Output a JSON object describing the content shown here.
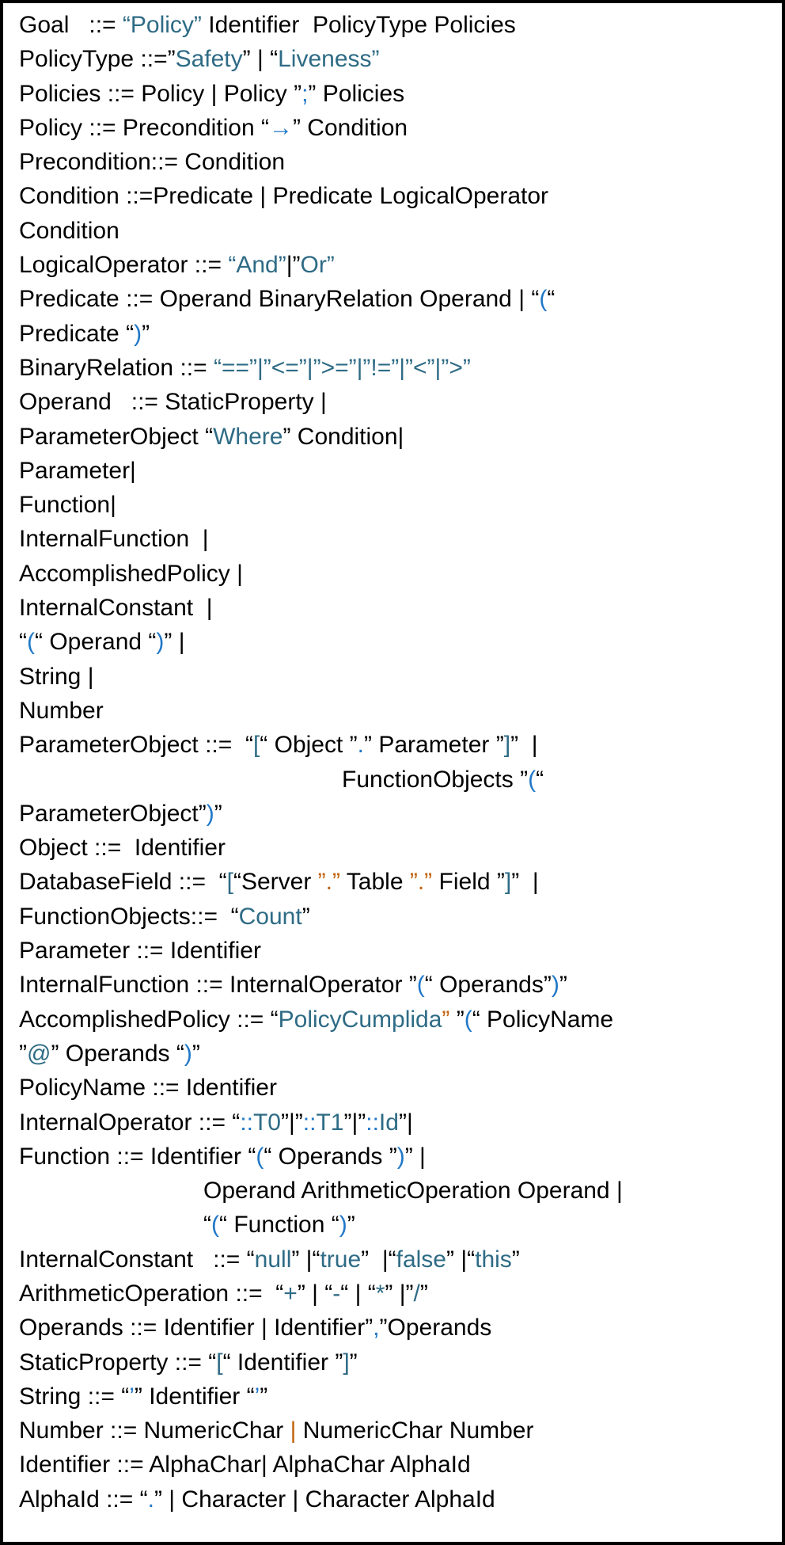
{
  "figure": {
    "type": "bnf-grammar-listing",
    "title": "Policy language grammar",
    "colors": {
      "text": "#000000",
      "terminal_word": "#2e6b85",
      "terminal_punctuation": "#2078c8",
      "highlight_orange": "#c2610c",
      "border": "#000000",
      "background": "#ffffff"
    },
    "color_legend": {
      "k": "text",
      "t": "terminal_word",
      "b": "terminal_punctuation",
      "o": "highlight_orange",
      "a": "arrow_blue_bold"
    },
    "lines": [
      {
        "i": 0,
        "s": [
          [
            "k",
            "Goal   ::= "
          ],
          [
            "t",
            "“Policy”"
          ],
          [
            "k",
            " Identifier  PolicyType Policies"
          ]
        ]
      },
      {
        "i": 0,
        "s": [
          [
            "k",
            "PolicyType ::=”"
          ],
          [
            "t",
            "Safety"
          ],
          [
            "k",
            "” | “"
          ],
          [
            "t",
            "Liveness”"
          ]
        ]
      },
      {
        "i": 0,
        "s": [
          [
            "k",
            "Policies ::= Policy | Policy ”"
          ],
          [
            "b",
            ";"
          ],
          [
            "k",
            "” Policies"
          ]
        ]
      },
      {
        "i": 0,
        "s": [
          [
            "k",
            "Policy ::= Precondition “"
          ],
          [
            "a",
            "→"
          ],
          [
            "k",
            "” Condition"
          ]
        ]
      },
      {
        "i": 0,
        "s": [
          [
            "k",
            "Precondition::= Condition"
          ]
        ]
      },
      {
        "i": 0,
        "s": [
          [
            "k",
            "Condition ::=Predicate | Predicate LogicalOperator"
          ]
        ]
      },
      {
        "i": 0,
        "s": [
          [
            "k",
            "Condition"
          ]
        ]
      },
      {
        "i": 0,
        "s": [
          [
            "k",
            "LogicalOperator ::= "
          ],
          [
            "t",
            "“And”"
          ],
          [
            "k",
            "|”"
          ],
          [
            "t",
            "Or”"
          ]
        ]
      },
      {
        "i": 0,
        "s": [
          [
            "k",
            "Predicate ::= Operand BinaryRelation Operand | “"
          ],
          [
            "b",
            "("
          ],
          [
            "k",
            "“"
          ]
        ]
      },
      {
        "i": 0,
        "s": [
          [
            "k",
            "Predicate “"
          ],
          [
            "b",
            ")"
          ],
          [
            "k",
            "”"
          ]
        ]
      },
      {
        "i": 0,
        "s": [
          [
            "k",
            "BinaryRelation ::= "
          ],
          [
            "t",
            "“==”|”<=”|”>=”|”!=”|”<”|”>”"
          ]
        ]
      },
      {
        "i": 0,
        "s": [
          [
            "k",
            "Operand   ::= StaticProperty |"
          ]
        ]
      },
      {
        "i": 0,
        "s": [
          [
            "k",
            "ParameterObject “"
          ],
          [
            "t",
            "Where"
          ],
          [
            "k",
            "” Condition|"
          ]
        ]
      },
      {
        "i": 0,
        "s": [
          [
            "k",
            "Parameter|"
          ]
        ]
      },
      {
        "i": 0,
        "s": [
          [
            "k",
            "Function|"
          ]
        ]
      },
      {
        "i": 0,
        "s": [
          [
            "k",
            "InternalFunction  |"
          ]
        ]
      },
      {
        "i": 0,
        "s": [
          [
            "k",
            "AccomplishedPolicy |"
          ]
        ]
      },
      {
        "i": 0,
        "s": [
          [
            "k",
            "InternalConstant  |"
          ]
        ]
      },
      {
        "i": 0,
        "s": [
          [
            "k",
            "“"
          ],
          [
            "b",
            "("
          ],
          [
            "k",
            "“ Operand “"
          ],
          [
            "b",
            ")"
          ],
          [
            "k",
            "” |"
          ]
        ]
      },
      {
        "i": 0,
        "s": [
          [
            "k",
            "String |"
          ]
        ]
      },
      {
        "i": 0,
        "s": [
          [
            "k",
            "Number"
          ]
        ]
      },
      {
        "i": 0,
        "s": [
          [
            "k",
            "ParameterObject ::=  “"
          ],
          [
            "t",
            "["
          ],
          [
            "k",
            "“ Object ”"
          ],
          [
            "b",
            "."
          ],
          [
            "k",
            "” Parameter ”"
          ],
          [
            "t",
            "]"
          ],
          [
            "k",
            "”  |"
          ]
        ]
      },
      {
        "i": 2,
        "s": [
          [
            "k",
            "FunctionObjects ”"
          ],
          [
            "b",
            "("
          ],
          [
            "k",
            "“"
          ]
        ]
      },
      {
        "i": 0,
        "s": [
          [
            "k",
            "ParameterObject”"
          ],
          [
            "b",
            ")"
          ],
          [
            "k",
            "”"
          ]
        ]
      },
      {
        "i": 0,
        "s": [
          [
            "k",
            "Object ::=  Identifier"
          ]
        ]
      },
      {
        "i": 0,
        "s": [
          [
            "k",
            "DatabaseField ::=  “"
          ],
          [
            "t",
            "["
          ],
          [
            "k",
            "“Server "
          ],
          [
            "o",
            "”.”"
          ],
          [
            "k",
            " Table "
          ],
          [
            "o",
            "”.”"
          ],
          [
            "k",
            " Field ”"
          ],
          [
            "t",
            "]"
          ],
          [
            "k",
            "”  |"
          ]
        ]
      },
      {
        "i": 0,
        "s": [
          [
            "k",
            "FunctionObjects::=  “"
          ],
          [
            "t",
            "Count"
          ],
          [
            "k",
            "”"
          ]
        ]
      },
      {
        "i": 0,
        "s": [
          [
            "k",
            "Parameter ::= Identifier"
          ]
        ]
      },
      {
        "i": 0,
        "s": [
          [
            "k",
            "InternalFunction ::= InternalOperator ”"
          ],
          [
            "b",
            "("
          ],
          [
            "k",
            "“ Operands”"
          ],
          [
            "b",
            ")"
          ],
          [
            "k",
            "”"
          ]
        ]
      },
      {
        "i": 0,
        "s": [
          [
            "k",
            "AccomplishedPolicy ::= “"
          ],
          [
            "t",
            "PolicyCumplida"
          ],
          [
            "o",
            "”"
          ],
          [
            "k",
            " ”"
          ],
          [
            "b",
            "("
          ],
          [
            "k",
            "“ PolicyName"
          ]
        ]
      },
      {
        "i": 0,
        "s": [
          [
            "k",
            "”"
          ],
          [
            "t",
            "@"
          ],
          [
            "k",
            "” Operands “"
          ],
          [
            "b",
            ")"
          ],
          [
            "k",
            "”"
          ]
        ]
      },
      {
        "i": 0,
        "s": [
          [
            "k",
            "PolicyName ::= Identifier"
          ]
        ]
      },
      {
        "i": 0,
        "s": [
          [
            "k",
            "InternalOperator ::= “"
          ],
          [
            "b",
            "::"
          ],
          [
            "t",
            "T0"
          ],
          [
            "k",
            "”|”"
          ],
          [
            "b",
            "::"
          ],
          [
            "t",
            "T1"
          ],
          [
            "k",
            "”|”"
          ],
          [
            "b",
            "::"
          ],
          [
            "t",
            "Id"
          ],
          [
            "k",
            "”|"
          ]
        ]
      },
      {
        "i": 0,
        "s": [
          [
            "k",
            "Function ::= Identifier “"
          ],
          [
            "b",
            "("
          ],
          [
            "k",
            "“ Operands ”"
          ],
          [
            "b",
            ")"
          ],
          [
            "k",
            "” |"
          ]
        ]
      },
      {
        "i": 1,
        "s": [
          [
            "k",
            "Operand ArithmeticOperation Operand |"
          ]
        ]
      },
      {
        "i": 1,
        "s": [
          [
            "k",
            "“"
          ],
          [
            "b",
            "("
          ],
          [
            "k",
            "“ Function “"
          ],
          [
            "b",
            ")"
          ],
          [
            "k",
            "”"
          ]
        ]
      },
      {
        "i": 0,
        "s": [
          [
            "k",
            "InternalConstant   ::= “"
          ],
          [
            "t",
            "null"
          ],
          [
            "k",
            "” |“"
          ],
          [
            "t",
            "true"
          ],
          [
            "k",
            "”  |“"
          ],
          [
            "t",
            "false"
          ],
          [
            "k",
            "” |“"
          ],
          [
            "t",
            "this"
          ],
          [
            "k",
            "”"
          ]
        ]
      },
      {
        "i": 0,
        "s": [
          [
            "k",
            "ArithmeticOperation ::=  “"
          ],
          [
            "t",
            "+"
          ],
          [
            "k",
            "” | “"
          ],
          [
            "t",
            "-"
          ],
          [
            "k",
            "“ | “"
          ],
          [
            "t",
            "*"
          ],
          [
            "k",
            "” |”"
          ],
          [
            "t",
            "/"
          ],
          [
            "k",
            "”"
          ]
        ]
      },
      {
        "i": 0,
        "s": [
          [
            "k",
            "Operands ::= Identifier | Identifier”"
          ],
          [
            "b",
            ","
          ],
          [
            "k",
            "”Operands"
          ]
        ]
      },
      {
        "i": 0,
        "s": [
          [
            "k",
            "StaticProperty ::= “"
          ],
          [
            "t",
            "["
          ],
          [
            "k",
            "“ Identifier ”"
          ],
          [
            "t",
            "]"
          ],
          [
            "k",
            "”"
          ]
        ]
      },
      {
        "i": 0,
        "s": [
          [
            "k",
            "String ::= “"
          ],
          [
            "b",
            "’"
          ],
          [
            "k",
            "” Identifier “"
          ],
          [
            "b",
            "’"
          ],
          [
            "k",
            "”"
          ]
        ]
      },
      {
        "i": 0,
        "s": [
          [
            "k",
            "Number ::= NumericChar "
          ],
          [
            "o",
            "|"
          ],
          [
            "k",
            " NumericChar Number"
          ]
        ]
      },
      {
        "i": 0,
        "s": [
          [
            "k",
            "Identifier ::= AlphaChar| AlphaChar AlphaId"
          ]
        ]
      },
      {
        "i": 0,
        "s": [
          [
            "k",
            "AlphaId ::= “"
          ],
          [
            "b",
            "."
          ],
          [
            "k",
            "” | Character | Character AlphaId"
          ]
        ]
      }
    ]
  }
}
